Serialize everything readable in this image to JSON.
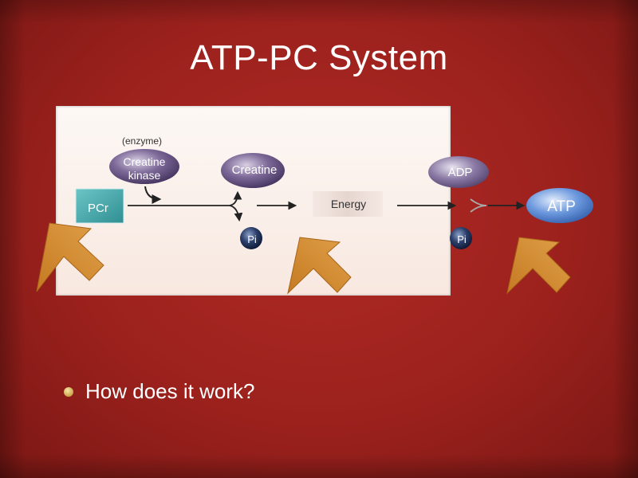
{
  "slide": {
    "title": "ATP-PC System",
    "bullet_text": "How does it work?"
  },
  "diagram": {
    "enzyme_note": "(enzyme)",
    "creatine_kinase_line1": "Creatine",
    "creatine_kinase_line2": "kinase",
    "pcr_label": "PCr",
    "creatine_label": "Creatine",
    "pi_label_1": "Pi",
    "energy_label": "Energy",
    "adp_label": "ADP",
    "pi_label_2": "Pi",
    "atp_label": "ATP"
  },
  "colors": {
    "background_red": "#a52520",
    "panel": "#fbefea",
    "pcr_box": "#3fa2a4",
    "molecule_purple": "#5e4a7c",
    "atp_blue": "#5a86d6",
    "arrow_orange": "#d48a2c"
  }
}
